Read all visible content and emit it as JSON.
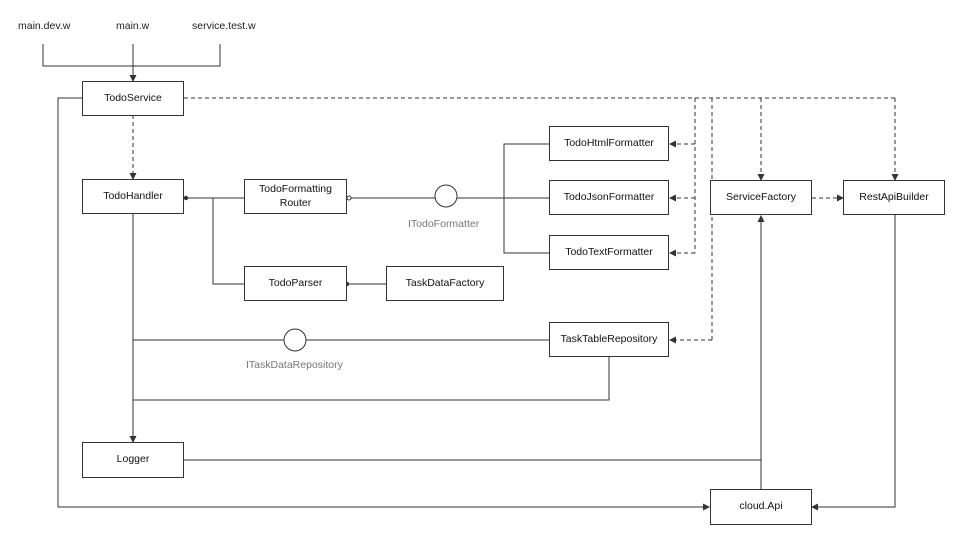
{
  "entry_points": [
    "main.dev.w",
    "main.w",
    "service.test.w"
  ],
  "components": {
    "todo_service": "TodoService",
    "todo_handler": "TodoHandler",
    "todo_formatting_router": "TodoFormatting\nRouter",
    "todo_parser": "TodoParser",
    "task_data_factory": "TaskDataFactory",
    "todo_html_formatter": "TodoHtmlFormatter",
    "todo_json_formatter": "TodoJsonFormatter",
    "todo_text_formatter": "TodoTextFormatter",
    "task_table_repository": "TaskTableRepository",
    "service_factory": "ServiceFactory",
    "rest_api_builder": "RestApiBuilder",
    "logger": "Logger",
    "cloud_api": "cloud.Api"
  },
  "interfaces": {
    "itodo_formatter": "ITodoFormatter",
    "itask_data_repository": "ITaskDataRepository"
  }
}
